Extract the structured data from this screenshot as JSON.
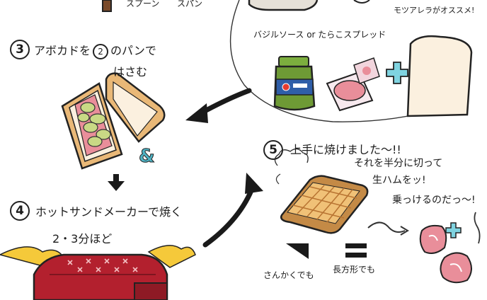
{
  "top": {
    "spoon_fragment_a": "スプーン",
    "spoon_fragment_b": "スパ゚ン",
    "mozzarella_note": "モツアレラがオススメ!"
  },
  "step3": {
    "number": "3",
    "line1_pre": "アボカドを",
    "line1_circled": "2",
    "line1_post": "のパンで",
    "line2": "はさむ"
  },
  "spread_label": "バジルソース or たらこスプレッド",
  "ampersand": "&",
  "step4": {
    "number": "4",
    "line1": "ホットサンドメーカーで焼く",
    "line2": "2・3分ほど"
  },
  "step5": {
    "number": "5",
    "line1": "上手に焼けました〜!!",
    "line2": "それを半分に切って",
    "line3": "生ハムをッ!",
    "line4": "乗っけるのだっ〜!"
  },
  "cut_labels": {
    "triangle": "さんかくでも",
    "rectangle": "長方形でも"
  },
  "colors": {
    "ink": "#1c1c1c",
    "bread": "#fbf0df",
    "crust": "#e9b877",
    "avocado": "#c9d985",
    "ham": "#e98e9a",
    "plus": "#7fd3e0",
    "maker": "#b3202e",
    "steam": "#f5c93a",
    "toast": "#e8b563"
  }
}
